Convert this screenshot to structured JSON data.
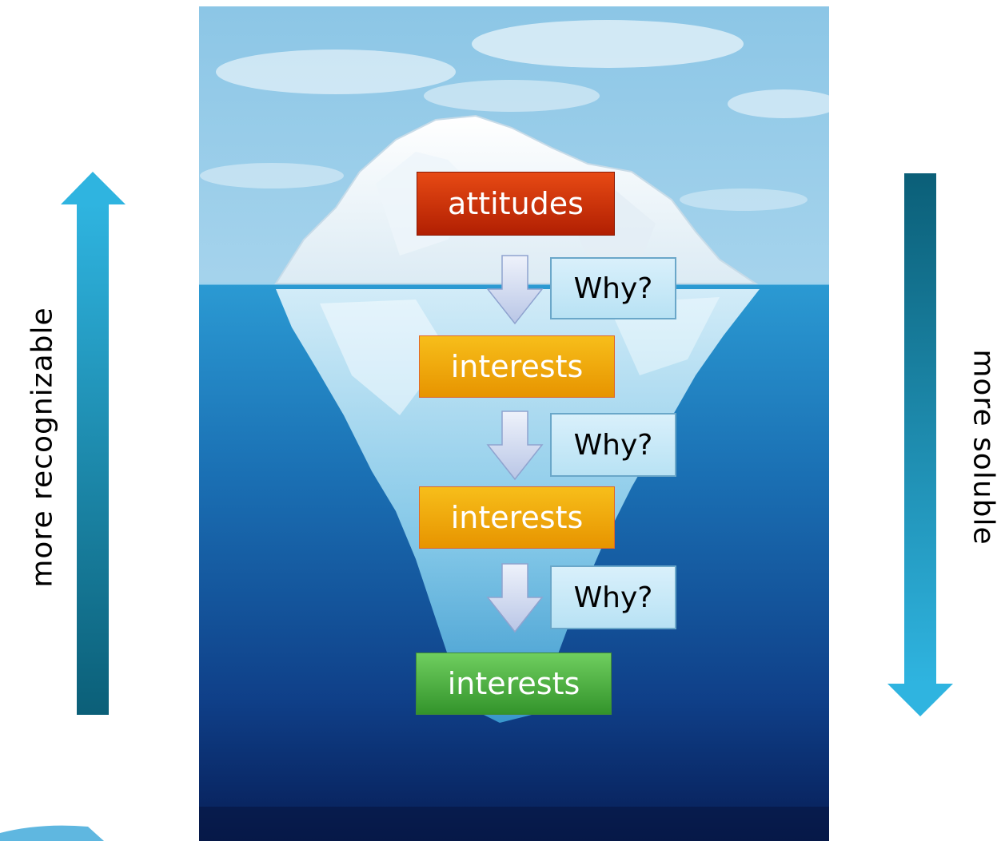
{
  "side_labels": {
    "left": "more recognizable",
    "right": "more soluble"
  },
  "boxes": [
    {
      "text": "attitudes",
      "color": "#cc3308"
    },
    {
      "text": "interests",
      "color": "#f0a810"
    },
    {
      "text": "interests",
      "color": "#f0a810"
    },
    {
      "text": "interests",
      "color": "#4cb040"
    }
  ],
  "why_labels": [
    "Why?",
    "Why?",
    "Why?"
  ],
  "colors": {
    "sky": "#bfe4f4",
    "water_top": "#1e8ac2",
    "water_deep": "#0a2a6a",
    "ice": "#f2f9fd",
    "side_arrow_light": "#2fb4e0",
    "side_arrow_dark": "#0b5f78"
  }
}
